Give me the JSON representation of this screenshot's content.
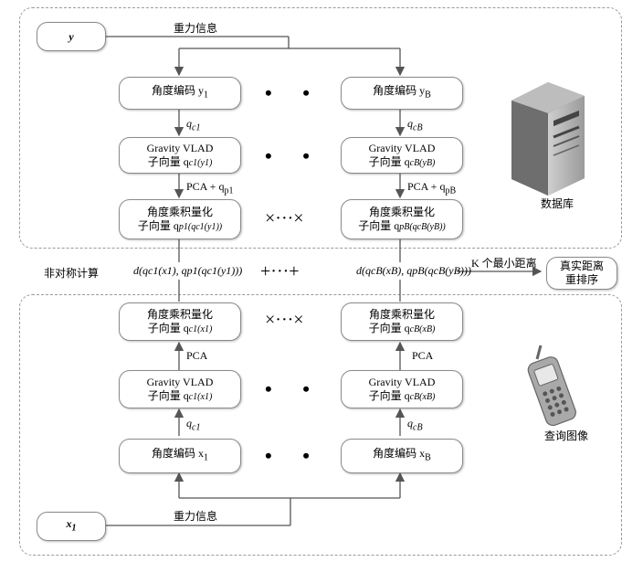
{
  "top": {
    "y_label": "y",
    "gravity_info": "重力信息",
    "angle_left": "角度编码 y",
    "angle_left_sub": "1",
    "angle_right": "角度编码 y",
    "angle_right_sub": "B",
    "q_left": "q",
    "q_left_sub": "c1",
    "q_right": "q",
    "q_right_sub": "cB",
    "vlad_title": "Gravity VLAD",
    "vlad_left_sub": "子向量 q",
    "vlad_left_tail": "c1(y1)",
    "vlad_right_sub": "子向量 q",
    "vlad_right_tail": "cB(yB)",
    "pca_left": "PCA + q",
    "pca_left_sub": "p1",
    "pca_right": "PCA + q",
    "pca_right_sub": "pB",
    "pq_title": "角度乘积量化",
    "pq_left_sub": "子向量 q",
    "pq_left_tail": "p1(qc1(y1))",
    "pq_right_sub": "子向量 q",
    "pq_right_tail": "pB(qcB(yB))",
    "dots": "• • •",
    "cross": "×···×",
    "database_label": "数据库"
  },
  "middle": {
    "asym_label": "非对称计算",
    "dist_left": "d(qc1(x1), qp1(qc1(y1)))",
    "plus": "+···+",
    "dist_right": "d(qcB(xB), qpB(qcB(yB)))",
    "k_label": "K 个最小距离",
    "rerank_line1": "真实距离",
    "rerank_line2": "重排序"
  },
  "bottom": {
    "pq_title": "角度乘积量化",
    "pq_left_sub": "子向量 q",
    "pq_left_tail": "c1(x1)",
    "pq_right_sub": "子向量 q",
    "pq_right_tail": "cB(xB)",
    "pca": "PCA",
    "vlad_title": "Gravity VLAD",
    "vlad_left_sub": "子向量 q",
    "vlad_left_tail": "c1(x1)",
    "vlad_right_sub": "子向量 q",
    "vlad_right_tail": "cB(xB)",
    "q_left": "q",
    "q_left_sub": "c1",
    "q_right": "q",
    "q_right_sub": "cB",
    "angle_left": "角度编码 x",
    "angle_left_sub": "1",
    "angle_right": "角度编码 x",
    "angle_right_sub": "B",
    "gravity_info": "重力信息",
    "x_label": "x",
    "x_label_sub": "1",
    "query_label": "查询图像",
    "dots": "• • •",
    "cross": "×···×"
  }
}
